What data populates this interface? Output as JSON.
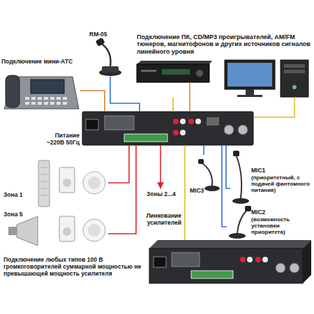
{
  "diagram": {
    "nodes": [
      {
        "text": [
          "Подключение мини-АТС"
        ]
      },
      {
        "text": [
          "RM-05"
        ]
      },
      {
        "text": [
          "Подключение ПК, CD/MP3 проигрывателей, AM/FM тюнеров, магнитофонов и других источников сигналов линейного уровня"
        ]
      },
      {
        "text": [
          "Питание ~220В 50Гц"
        ]
      },
      {
        "text": [
          "Зона 1"
        ]
      },
      {
        "text": [
          "Зоны 2...4"
        ]
      },
      {
        "text": [
          "Зона 5"
        ]
      },
      {
        "text": [
          "MIC3"
        ]
      },
      {
        "text": [
          "MIC1",
          "(приоритетный, с подачей фантомного питания)"
        ]
      },
      {
        "text": [
          "MIC2",
          "(возможность установки приоритета)"
        ]
      }
    ],
    "edges": [
      {
        "from": 0,
        "to": 3,
        "arrow": "none"
      },
      {
        "from": 1,
        "to": 3,
        "arrow": "none"
      },
      {
        "from": 2,
        "to": 3,
        "arrow": "none"
      },
      {
        "from": 3,
        "to": 4,
        "arrow": "none"
      },
      {
        "from": 3,
        "to": 5,
        "arrow": "to"
      },
      {
        "from": 3,
        "to": 6,
        "arrow": "none"
      },
      {
        "from": 7,
        "to": 3,
        "arrow": "none"
      },
      {
        "from": 8,
        "to": 3,
        "arrow": "none"
      },
      {
        "from": 9,
        "to": 3,
        "arrow": "none"
      }
    ],
    "labels": [
      "Линкование усилителей",
      "Подключение любых типов 100 В громкоговорителей суммарной мощностью не превышающей мощность усилителя"
    ]
  }
}
